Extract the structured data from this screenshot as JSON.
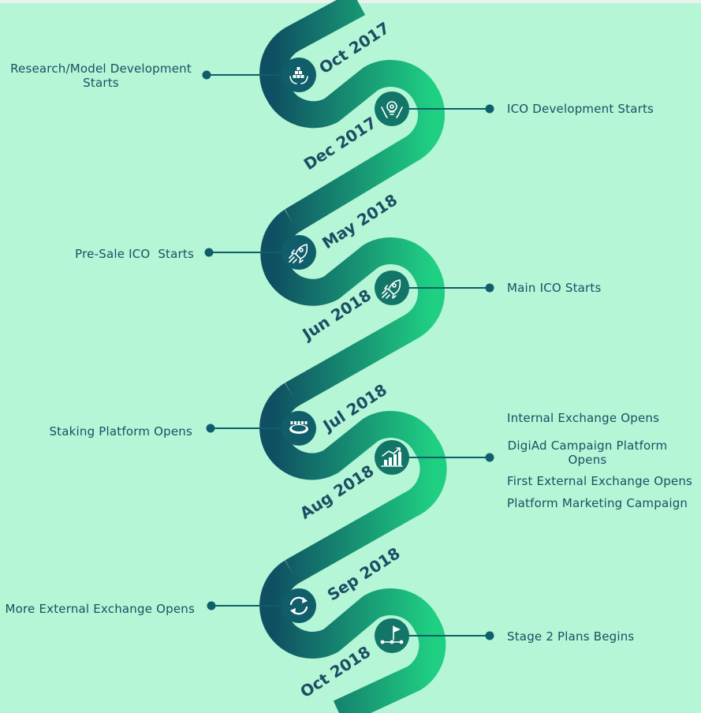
{
  "colors": {
    "background": "#b4f6d6",
    "path_dark": "#0f4f62",
    "path_light": "#1fcf82",
    "text": "#1d4e63",
    "connector": "#0f5e6a"
  },
  "milestones": [
    {
      "date": "Oct 2017",
      "side": "left",
      "icon": "hands-blocks-icon",
      "events": [
        "Research/Model Development\nStarts"
      ]
    },
    {
      "date": "Dec 2017",
      "side": "right",
      "icon": "bulb-gear-hands-icon",
      "events": [
        "ICO Development Starts"
      ]
    },
    {
      "date": "May 2018",
      "side": "left",
      "icon": "rocket-icon",
      "events": [
        "Pre-Sale ICO  Starts"
      ]
    },
    {
      "date": "Jun 2018",
      "side": "right",
      "icon": "rocket-icon",
      "events": [
        "Main ICO Starts"
      ]
    },
    {
      "date": "Jul 2018",
      "side": "left",
      "icon": "staking-platform-icon",
      "events": [
        "Staking Platform Opens"
      ]
    },
    {
      "date": "Aug 2018",
      "side": "right",
      "icon": "growth-chart-icon",
      "events": [
        "Internal Exchange Opens",
        "DigiAd Campaign Platform\nOpens",
        "First External Exchange Opens",
        "Platform Marketing Campaign"
      ]
    },
    {
      "date": "Sep 2018",
      "side": "left",
      "icon": "refresh-arrows-icon",
      "events": [
        "More External Exchange Opens"
      ]
    },
    {
      "date": "Oct 2018",
      "side": "right",
      "icon": "flag-route-icon",
      "events": [
        "Stage 2 Plans Begins"
      ]
    }
  ]
}
